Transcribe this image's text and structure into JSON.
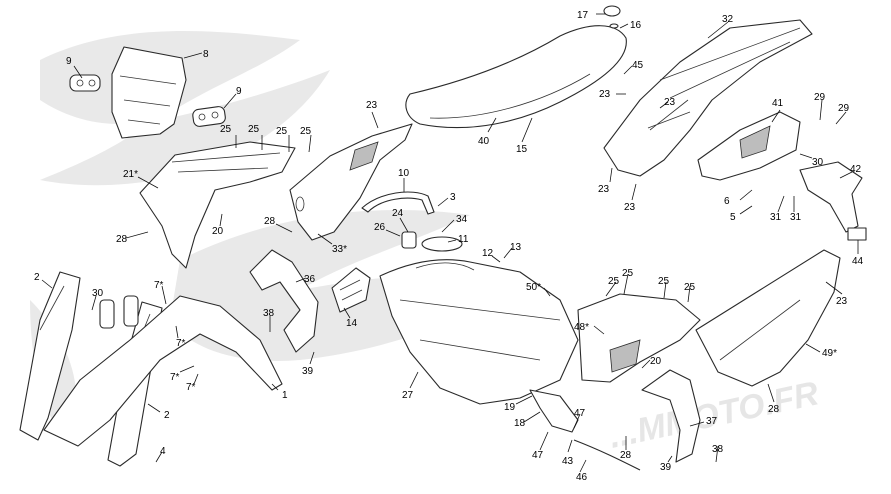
{
  "watermark": {
    "text": "...MMOTO.FR"
  },
  "callouts": [
    {
      "label": "9"
    },
    {
      "label": "8"
    },
    {
      "label": "9"
    },
    {
      "label": "25"
    },
    {
      "label": "25"
    },
    {
      "label": "25"
    },
    {
      "label": "25"
    },
    {
      "label": "21*"
    },
    {
      "label": "28"
    },
    {
      "label": "20"
    },
    {
      "label": "23"
    },
    {
      "label": "28"
    },
    {
      "label": "33*"
    },
    {
      "label": "10"
    },
    {
      "label": "3"
    },
    {
      "label": "24"
    },
    {
      "label": "34"
    },
    {
      "label": "26"
    },
    {
      "label": "11"
    },
    {
      "label": "12"
    },
    {
      "label": "13"
    },
    {
      "label": "40"
    },
    {
      "label": "15"
    },
    {
      "label": "17"
    },
    {
      "label": "16"
    },
    {
      "label": "45"
    },
    {
      "label": "32"
    },
    {
      "label": "23"
    },
    {
      "label": "23"
    },
    {
      "label": "23"
    },
    {
      "label": "23"
    },
    {
      "label": "41"
    },
    {
      "label": "29"
    },
    {
      "label": "29"
    },
    {
      "label": "30"
    },
    {
      "label": "42"
    },
    {
      "label": "6"
    },
    {
      "label": "5"
    },
    {
      "label": "31"
    },
    {
      "label": "31"
    },
    {
      "label": "44"
    },
    {
      "label": "2"
    },
    {
      "label": "30"
    },
    {
      "label": "7*"
    },
    {
      "label": "7*"
    },
    {
      "label": "7*"
    },
    {
      "label": "7*"
    },
    {
      "label": "1"
    },
    {
      "label": "2"
    },
    {
      "label": "4"
    },
    {
      "label": "36"
    },
    {
      "label": "38"
    },
    {
      "label": "39"
    },
    {
      "label": "14"
    },
    {
      "label": "27"
    },
    {
      "label": "50*"
    },
    {
      "label": "19"
    },
    {
      "label": "18"
    },
    {
      "label": "47"
    },
    {
      "label": "47"
    },
    {
      "label": "43"
    },
    {
      "label": "46"
    },
    {
      "label": "25"
    },
    {
      "label": "25"
    },
    {
      "label": "25"
    },
    {
      "label": "25"
    },
    {
      "label": "48*"
    },
    {
      "label": "20"
    },
    {
      "label": "28"
    },
    {
      "label": "37"
    },
    {
      "label": "38"
    },
    {
      "label": "39"
    },
    {
      "label": "23"
    },
    {
      "label": "49*"
    },
    {
      "label": "28"
    }
  ]
}
